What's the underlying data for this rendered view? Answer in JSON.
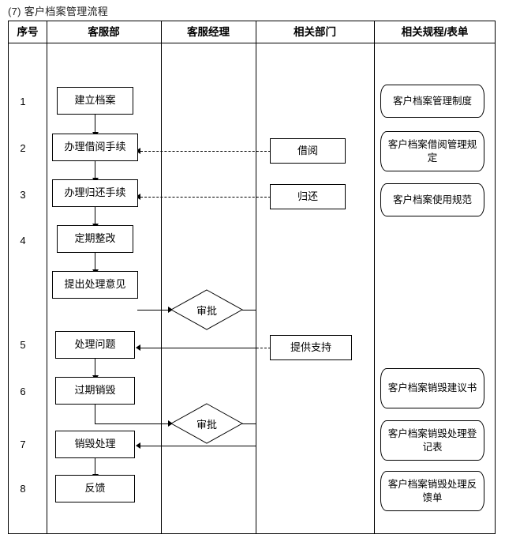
{
  "page": {
    "title": "(7) 客户档案管理流程"
  },
  "table": {
    "columns": [
      {
        "label": "序号"
      },
      {
        "label": "客服部"
      },
      {
        "label": "客服经理"
      },
      {
        "label": "相关部门"
      },
      {
        "label": "相关规程/表单"
      }
    ]
  },
  "row_numbers": [
    "1",
    "2",
    "3",
    "4",
    "5",
    "6",
    "7",
    "8"
  ],
  "flow": {
    "process_boxes": [
      {
        "label": "建立档案"
      },
      {
        "label": "办理借阅手续"
      },
      {
        "label": "办理归还手续"
      },
      {
        "label": "定期整改"
      },
      {
        "label": "提出处理意见"
      },
      {
        "label": "处理问题"
      },
      {
        "label": "过期销毁"
      },
      {
        "label": "销毁处理"
      },
      {
        "label": "反馈"
      }
    ],
    "decisions": [
      {
        "label": "审批"
      },
      {
        "label": "审批"
      }
    ],
    "department_boxes": [
      {
        "label": "借阅"
      },
      {
        "label": "归还"
      },
      {
        "label": "提供支持"
      }
    ],
    "documents": [
      {
        "label": "客户档案管理制度"
      },
      {
        "label": "客户档案借阅管理规定"
      },
      {
        "label": "客户档案使用规范"
      },
      {
        "label": "客户档案销毁建议书"
      },
      {
        "label": "客户档案销毁处理登记表"
      },
      {
        "label": "客户档案销毁处理反馈单"
      }
    ]
  },
  "colors": {
    "line": "#000000",
    "background": "#ffffff",
    "text": "#000000"
  }
}
